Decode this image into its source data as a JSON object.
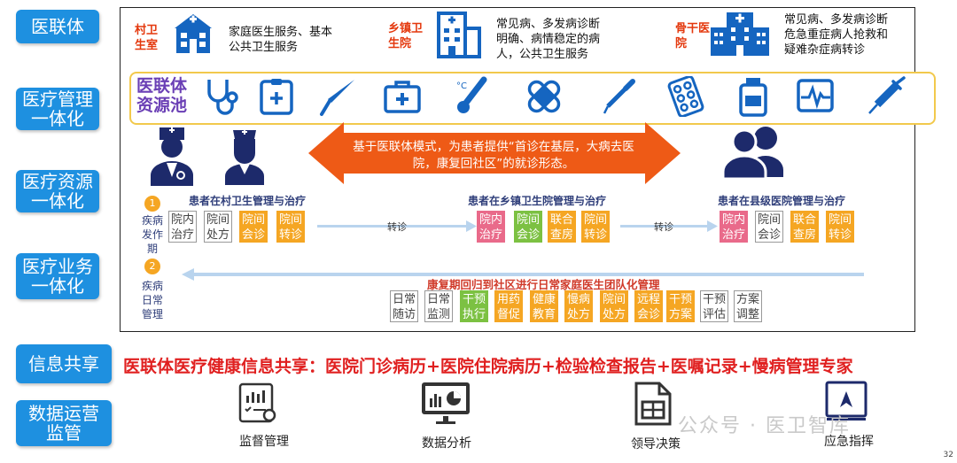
{
  "nav": [
    "医联体",
    "医疗管理\n一体化",
    "医疗资源\n一体化",
    "医疗业务\n一体化",
    "信息共享",
    "数据运营\n监管"
  ],
  "institutions": [
    {
      "name": "村卫\n生室",
      "desc": "家庭医生服务、基本公共卫生服务",
      "icon": "hospital-building-icon"
    },
    {
      "name": "乡镇卫\n生院",
      "desc": "常见病、多发病诊断明确、病情稳定的病人，公共卫生服务",
      "icon": "clinic-building-icon"
    },
    {
      "name": "骨干医\n院",
      "desc": "常见病、多发病诊断危急重症病人抢救和疑难杂症病转诊",
      "icon": "large-hospital-icon"
    }
  ],
  "resource_pool": {
    "label": "医联体\n资源池",
    "icons": [
      "stethoscope-icon",
      "medical-chart-icon",
      "scalpel-icon",
      "first-aid-kit-icon",
      "thermometer-icon",
      "bandage-icon",
      "dropper-icon",
      "pill-blister-icon",
      "medicine-bottle-icon",
      "heart-monitor-icon",
      "syringe-icon"
    ]
  },
  "banner": "基于医联体模式，为患者提供“首诊在基层，大病去医院，康复回社区”的就诊形态。",
  "stages": {
    "village": "患者在村卫生管理与治疗",
    "town": "患者在乡镇卫生院管理与治疗",
    "county": "患者在县级医院管理与治疗"
  },
  "phase1": {
    "num": "1",
    "label": "疾病\n发作\n期"
  },
  "phase2": {
    "num": "2",
    "label": "疾病\n日常\n管理"
  },
  "referral": "转诊",
  "village_cells": [
    "院内\n治疗",
    "院间\n处方",
    "院间\n会诊",
    "院间\n转诊"
  ],
  "town_cells": [
    "院内\n治疗",
    "院间\n会诊",
    "联合\n查房",
    "院间\n转诊"
  ],
  "county_cells": [
    "院内\n治疗",
    "院间\n会诊",
    "联合\n查房",
    "院间\n转诊"
  ],
  "rehab_title": "康复期回归到社区进行日常家庭医生团队化管理",
  "rehab_cells": [
    "日常\n随访",
    "日常\n监测",
    "干预\n执行",
    "用药\n督促",
    "健康\n教育",
    "慢病\n处方",
    "院间\n处方",
    "远程\n会诊",
    "干预\n方案",
    "干预\n评估",
    "方案\n调整"
  ],
  "share_text": "医联体医疗健康信息共享：医院门诊病历+医院住院病历+检验检查报告+医嘱记录+慢病管理专家",
  "tools": [
    {
      "label": "监督管理",
      "icon": "report-check-icon"
    },
    {
      "label": "数据分析",
      "icon": "dashboard-chart-icon"
    },
    {
      "label": "领导决策",
      "icon": "spreadsheet-doc-icon"
    },
    {
      "label": "应急指挥",
      "icon": "emergency-board-icon"
    }
  ],
  "watermark": "公众号 · 医卫智库",
  "page_number": "32",
  "colors": {
    "nav": "#1e90e0",
    "banner": "#ee5a16",
    "accent_red": "#e02020",
    "icon_blue": "#1565c0"
  }
}
